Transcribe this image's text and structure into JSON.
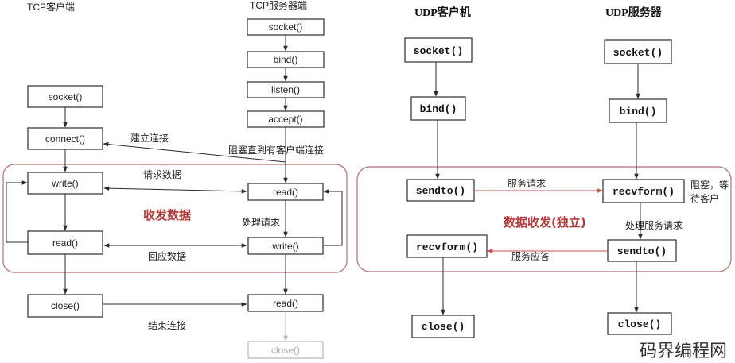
{
  "tcp": {
    "client_title": "TCP客户端",
    "server_title": "TCP服务器端",
    "client": {
      "socket": "socket()",
      "connect": "connect()",
      "write": "write()",
      "read": "read()",
      "close": "close()"
    },
    "server": {
      "socket": "socket()",
      "bind": "bind()",
      "listen": "listen()",
      "accept": "accept()",
      "read": "read()",
      "write": "write()",
      "read2": "read()",
      "close": "close()"
    },
    "labels": {
      "establish": "建立连接",
      "block": "阻塞直到有客户端连接",
      "request": "请求数据",
      "transfer": "收发数据",
      "process": "处理请求",
      "reply": "回应数据",
      "end": "结束连接"
    }
  },
  "udp": {
    "client_title": "UDP客户机",
    "server_title": "UDP服务器",
    "client": {
      "socket": "socket()",
      "bind": "bind()",
      "sendto": "sendto()",
      "recvfrom": "recvform()",
      "close": "close()"
    },
    "server": {
      "socket": "socket()",
      "bind": "bind()",
      "recvfrom": "recvform()",
      "sendto": "sendto()",
      "close": "close()"
    },
    "labels": {
      "service_request": "服务请求",
      "block_line1": "阻塞，等",
      "block_line2": "待客户",
      "transfer": "数据收发(独立)",
      "process": "处理服务请求",
      "reply": "服务应答"
    }
  },
  "watermark": "码界编程网"
}
